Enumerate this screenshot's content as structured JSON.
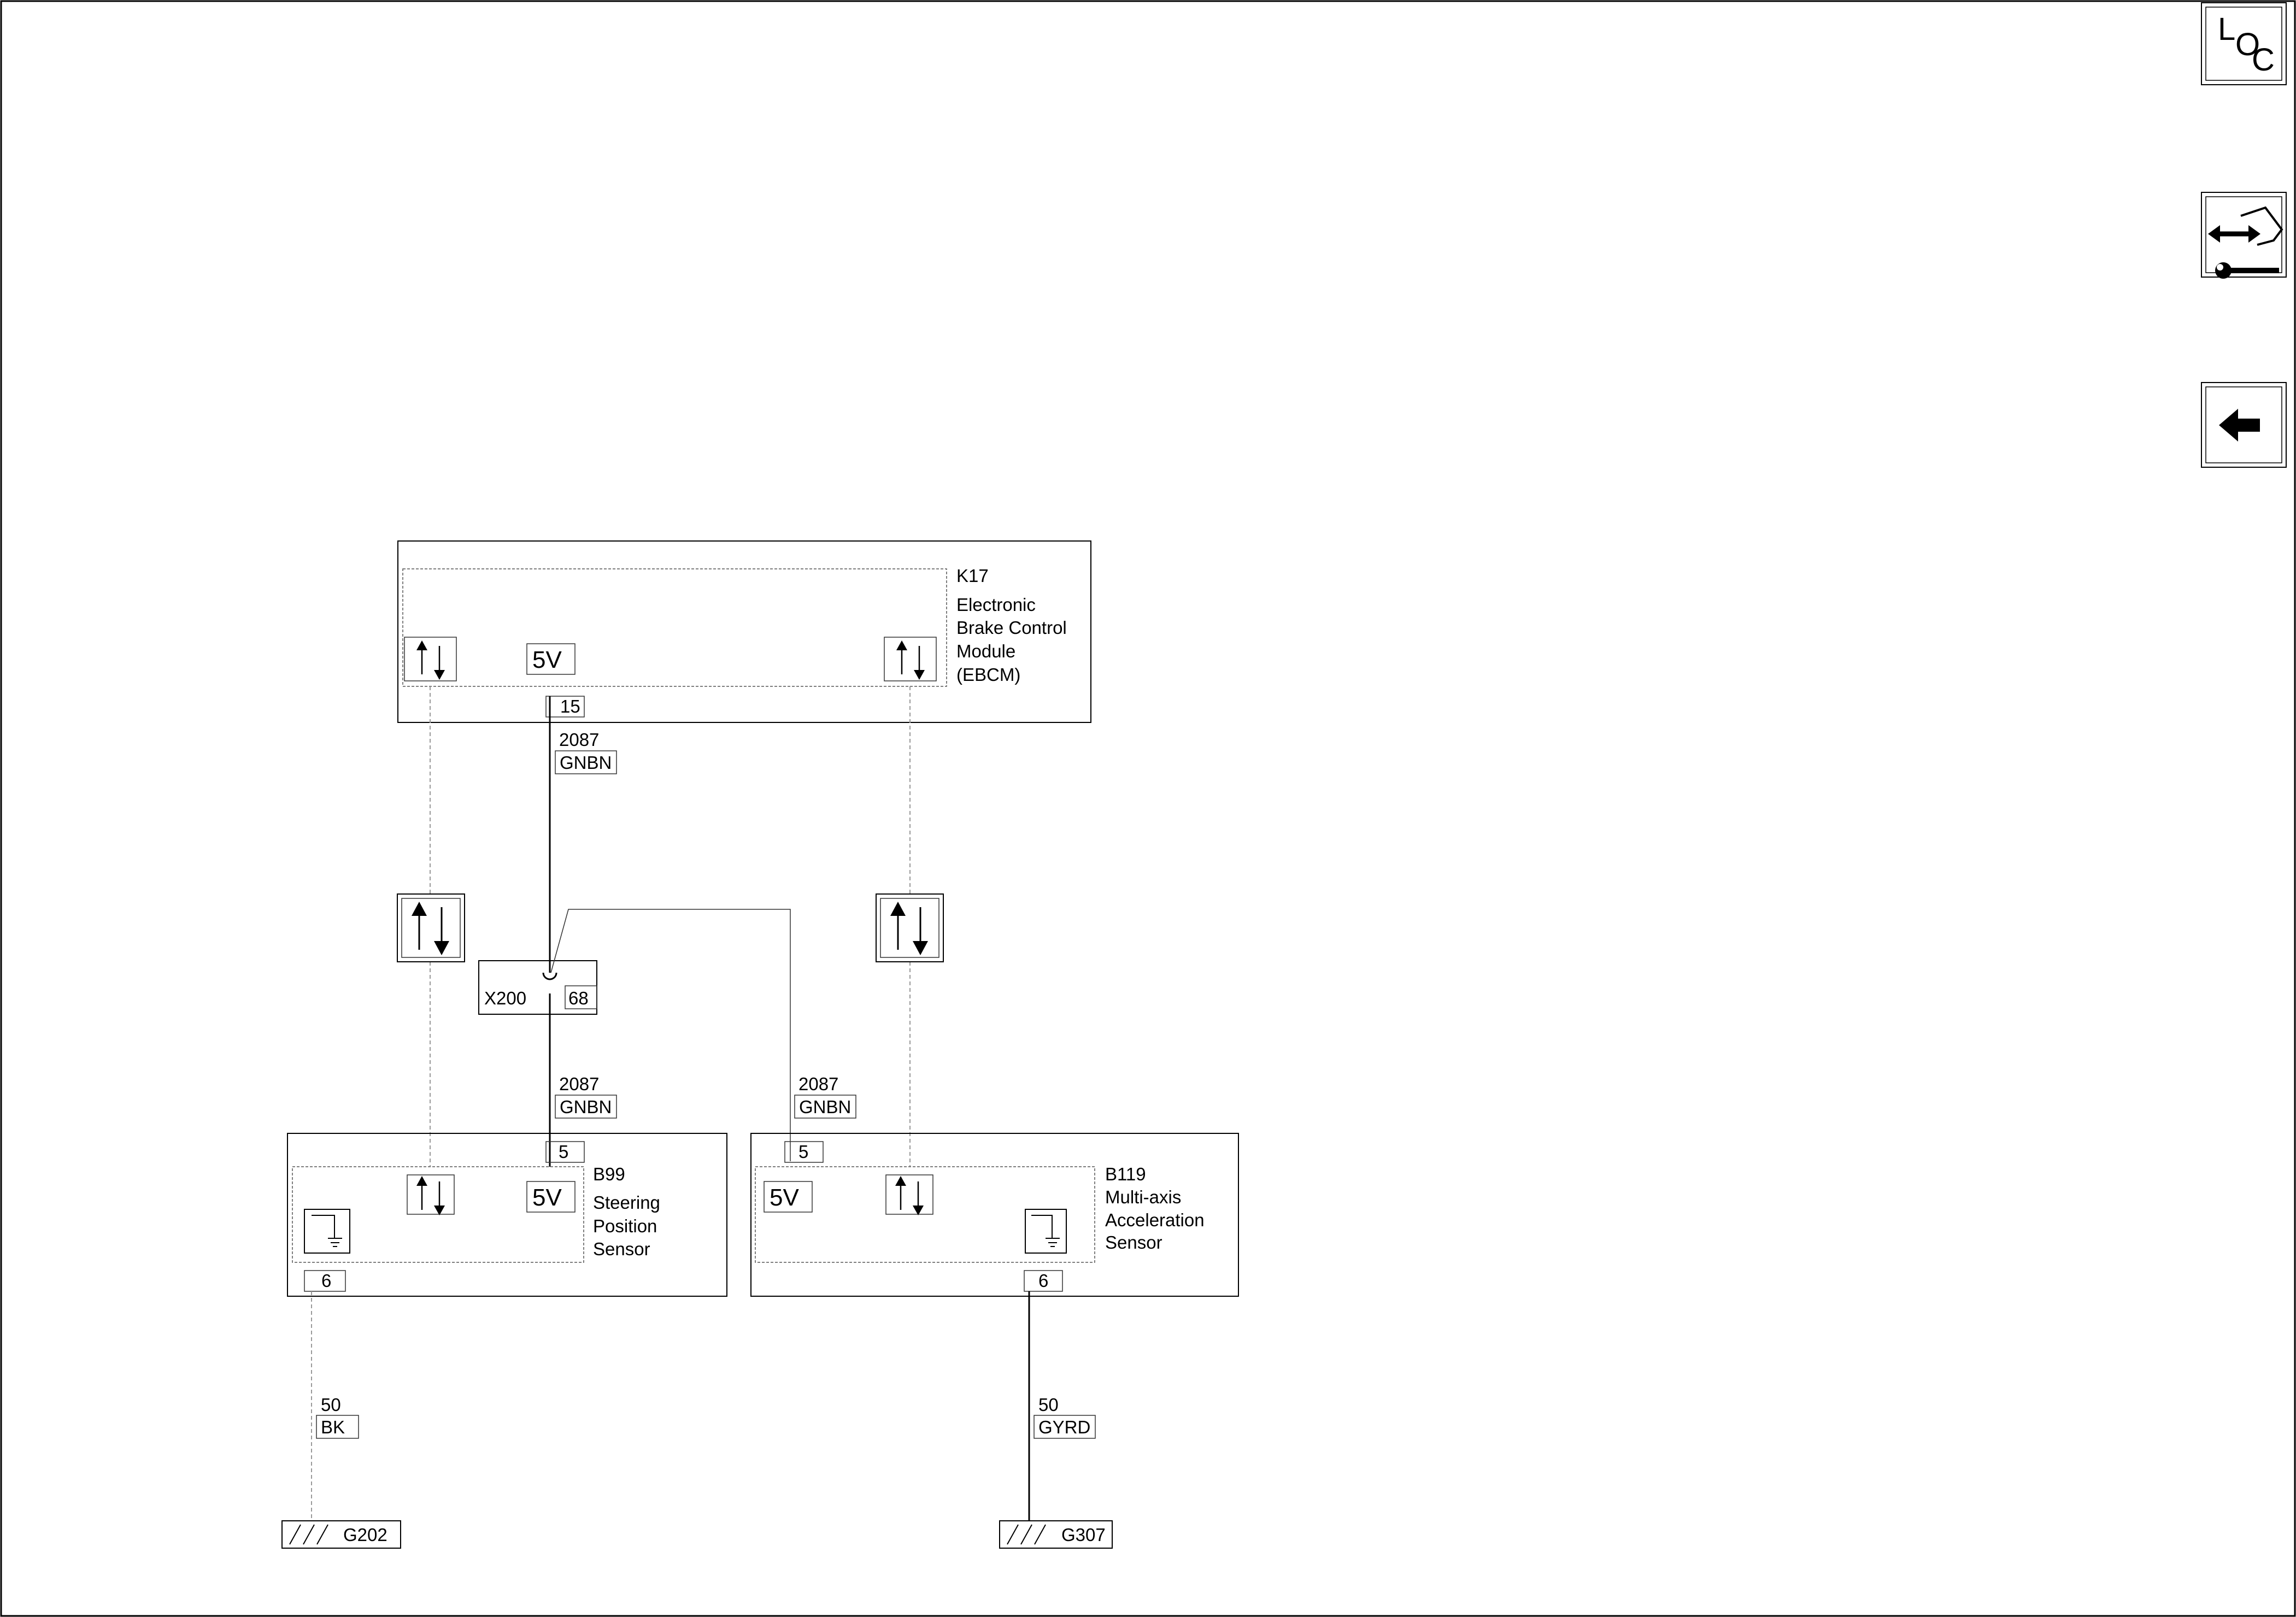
{
  "toolbar": {
    "loc_l": "L",
    "loc_o": "O",
    "loc_c": "C"
  },
  "modules": {
    "k17": {
      "id": "K17",
      "line1": "Electronic",
      "line2": "Brake Control",
      "line3": "Module",
      "line4": "(EBCM)",
      "voltage": "5V",
      "pin": "15"
    },
    "b99": {
      "id": "B99",
      "line1": "Steering",
      "line2": "Position",
      "line3": "Sensor",
      "voltage": "5V",
      "pin_top": "5",
      "pin_bottom": "6"
    },
    "b119": {
      "id": "B119",
      "line1": "Multi-axis",
      "line2": "Acceleration",
      "line3": "Sensor",
      "voltage": "5V",
      "pin_top": "5",
      "pin_bottom": "6"
    }
  },
  "connector": {
    "id": "X200",
    "pin": "68"
  },
  "wires": {
    "w1": {
      "circuit": "2087",
      "color": "GNBN"
    },
    "w2": {
      "circuit": "2087",
      "color": "GNBN"
    },
    "w3": {
      "circuit": "2087",
      "color": "GNBN"
    },
    "w4": {
      "circuit": "50",
      "color": "BK"
    },
    "w5": {
      "circuit": "50",
      "color": "GYRD"
    }
  },
  "grounds": {
    "g202": {
      "id": "G202"
    },
    "g307": {
      "id": "G307"
    }
  }
}
